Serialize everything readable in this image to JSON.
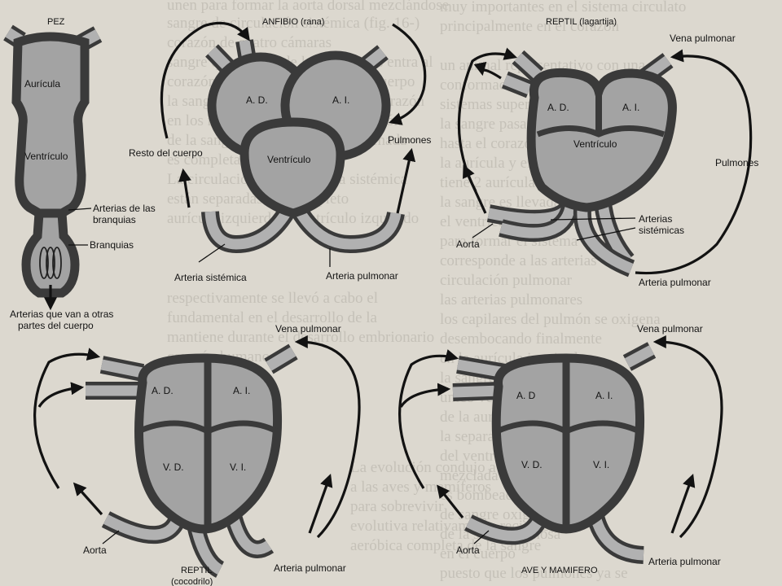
{
  "panels": {
    "fish": {
      "title": "PEZ",
      "auricle": "Aurícula",
      "ventricle": "Ventrículo",
      "gill_arteries": [
        "Arterias de las",
        "branquias"
      ],
      "gills": "Branquias",
      "body_arteries": [
        "Arterias que van a otras",
        "partes del cuerpo"
      ]
    },
    "amphibian": {
      "title": "ANFIBIO (rana)",
      "ra": "A. D.",
      "la": "A. I.",
      "ventricle": "Ventrículo",
      "rest_of_body": "Resto del cuerpo",
      "lungs": "Pulmones",
      "systemic_artery": "Arteria sistémica",
      "pulmonary_artery": "Arteria pulmonar"
    },
    "reptile_lizard": {
      "title": "REPTIL (lagartija)",
      "ra": "A. D.",
      "la": "A. I.",
      "ventricle": "Ventrículo",
      "pulmonary_vein": "Vena pulmonar",
      "lungs": "Pulmones",
      "systemic_arteries": [
        "Arterias",
        "sistémicas"
      ],
      "aorta": "Aorta",
      "pulmonary_artery": "Arteria pulmonar"
    },
    "reptile_croc": {
      "title": "REPTIL",
      "subtitle": "(cocodrilo)",
      "ra": "A. D.",
      "la": "A. I.",
      "rv": "V. D.",
      "lv": "V. I.",
      "pulmonary_vein": "Vena pulmonar",
      "aorta": "Aorta",
      "pulmonary_artery": "Arteria pulmonar"
    },
    "bird_mammal": {
      "title": "AVE Y MAMIFERO",
      "ra": "A. D",
      "la": "A. I.",
      "rv": "V. D.",
      "lv": "V. I.",
      "pulmonary_vein": "Vena pulmonar",
      "aorta": "Aorta",
      "pulmonary_artery": "Arteria pulmonar"
    }
  },
  "background_text": {
    "fragments": [
      "unen para formar la aorta dorsal mezclándose",
      "sangre de circulación sistémica (fig. 16-)",
      "corazón de cuatro cámaras",
      "sangre que vuelve de los pulmones entra al",
      "corazón y es bombeada a todo el cuerpo",
      "la sangre circula dos veces por el corazón",
      "en los mamíferos y aves la separación",
      "de la sangre oxigenada y no oxigenada",
      "es completa en el corazón",
      "La circulación pulmonar y la sistémica",
      "están separadas por completo",
      "aurícula izquierda y ventrículo izquierdo",
      "respectivamente se llevó a cabo el",
      "fundamental en el desarrollo de la",
      "mantiene durante el desarrollo embrionario",
      "corazón humano",
      "La evolución condujo a la separación",
      "a las aves y mamíferos",
      "para sobrevivir",
      "evolutiva relativamente reciente",
      "aeróbica completa de la sangre",
      "muy importantes en el sistema circulato",
      "principalmente en el corazón",
      "un animal representativo con una",
      "conformación transitoria de los",
      "sistemas superiores",
      "la sangre pasa desde el corazón",
      "hasta el corazón de los peces",
      "la aurícula y el ventrículo",
      "tiene 2 aurículas y dorsal",
      "la sangre es llevada desde",
      "el ventrículo a la aorta",
      "para formar el sistema",
      "corresponde a las arterias",
      "circulación pulmonar",
      "las arterias pulmonares",
      "los capilares del pulmón se oxigena",
      "desembocando finalmente",
      "en la aurícula izquierda",
      "la sangre llega",
      "único ventrículo",
      "de la aurícula derecha",
      "la separación de la sangre",
      "del ventrículo",
      "mezclada parcialmente",
      "es bombeada a los pulmones",
      "de sangre oxigenada",
      "de la sangre venosa",
      "en el cuerpo",
      "puesto que los pulmones ya se"
    ]
  },
  "colors": {
    "paper": "#dcd8cf",
    "chamber_fill": "#a3a3a3",
    "outline": "#3a3a3a",
    "vessel_fill": "#b1b1b1",
    "arrow": "#121212"
  }
}
